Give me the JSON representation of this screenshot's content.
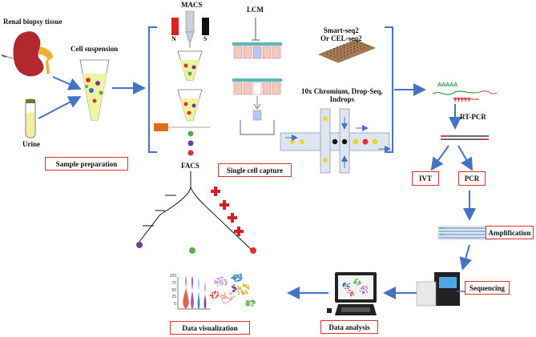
{
  "labels": {
    "renal_biopsy": "Renal biopsy tissue",
    "cell_suspension": "Cell suspension",
    "urine": "Urine",
    "macs": "MACS",
    "magnet_n": "N",
    "magnet_s": "S",
    "facs": "FACS",
    "lcm": "LCM",
    "smart_seq_line1": "Smart-seq2",
    "smart_seq_line2": "Or CEL-seq2",
    "chromium_line1": "10x Chromium, Drop-Seq,",
    "chromium_line2": "Indrops",
    "polya": "AAAAA",
    "polyt": "TTTTT",
    "rt_pcr": "RT-PCR",
    "heatmap_axis": [
      "100",
      "75",
      "50",
      "25",
      "0"
    ]
  },
  "boxes": {
    "sample_preparation": "Sample preparation",
    "single_cell_capture": "Single cell capture",
    "ivt": "IVT",
    "pcr": "PCR",
    "amplification": "Amplification",
    "sequencing": "Sequencing",
    "data_analysis": "Data analysis",
    "data_visualization": "Data visualization"
  },
  "colors": {
    "arrow": "#4472c4",
    "box_border": "#d93434",
    "kidney": "#b3272f",
    "kidney_pelvis": "#f2b136",
    "magnet_red": "#e02020",
    "cell_pink": "#f3c9bd",
    "tube_liquid": "#f2ef9a",
    "chip": "#a87a54",
    "droplet_red": "#e33030",
    "droplet_purple": "#6a3d9a",
    "droplet_green": "#55b04a"
  },
  "icons": [
    "kidney-icon",
    "urine-tube-icon",
    "magnet-icon",
    "laser-icon",
    "microwell-plate-icon",
    "microfluidic-chip-icon",
    "sequencer-icon",
    "computer-icon",
    "violin-plot-icon",
    "tsne-cluster-icon"
  ]
}
